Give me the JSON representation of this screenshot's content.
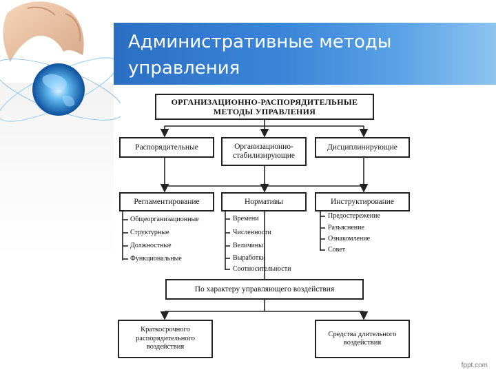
{
  "slide": {
    "title": "Административные методы управления",
    "footer": "fppt.com"
  },
  "diagram": {
    "root": "ОРГАНИЗАЦИОННО-РАСПОРЯДИТЕЛЬНЫЕ МЕТОДЫ УПРАВЛЕНИЯ",
    "level1": [
      "Распорядительные",
      "Организационно-стабилизирующие",
      "Дисциплинирующие"
    ],
    "level2": [
      "Регламентирование",
      "Нормативы",
      "Инструктирование"
    ],
    "reglament_items": [
      "Общеорганизационные",
      "Структурные",
      "Должностные",
      "Функциональные"
    ],
    "normativ_items": [
      "Времени",
      "Численности",
      "Величины",
      "Выработки",
      "Соотносительности"
    ],
    "instrukt_items": [
      "Предостережение",
      "Разъяснение",
      "Ознакомление",
      "Совет"
    ],
    "character": "По характеру управляющего воздействия",
    "bottom": [
      "Краткосрочного распорядительного воздействия",
      "Средства длительного воздействия"
    ]
  },
  "colors": {
    "header_start": "#2a6fc4",
    "header_end": "#8ec4ef",
    "line": "#222222"
  }
}
